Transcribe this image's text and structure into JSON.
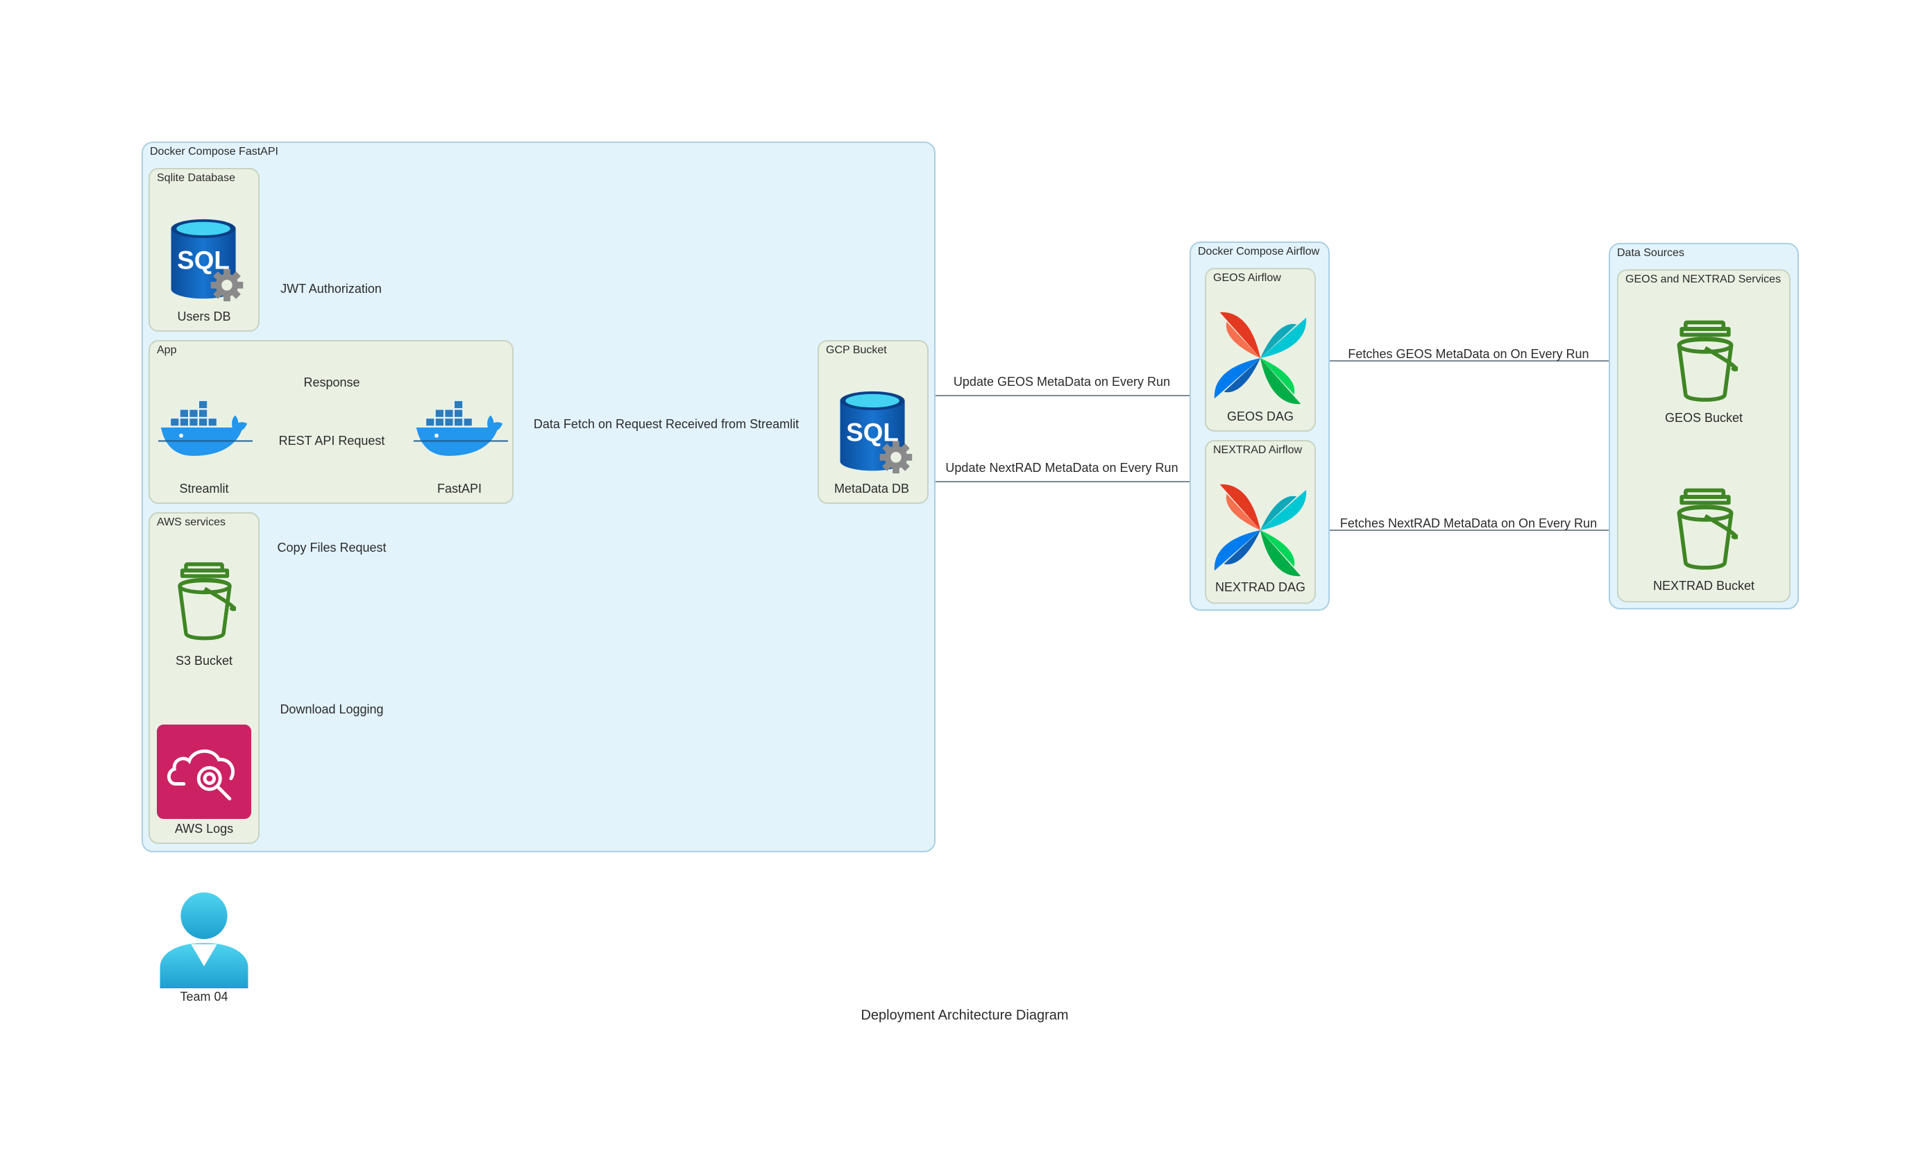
{
  "clusters": {
    "docker_fastapi": "Docker Compose FastAPI",
    "sqlite": "Sqlite Database",
    "app": "App",
    "aws": "AWS services",
    "gcp": "GCP Bucket",
    "docker_airflow": "Docker Compose Airflow",
    "geos_airflow": "GEOS Airflow",
    "nextrad_airflow": "NEXTRAD Airflow",
    "data_sources": "Data Sources",
    "geos_nextrad_services": "GEOS and NEXTRAD Services"
  },
  "nodes": {
    "users_db": "Users DB",
    "streamlit": "Streamlit",
    "fastapi": "FastAPI",
    "s3_bucket": "S3 Bucket",
    "aws_logs": "AWS Logs",
    "metadata_db": "MetaData DB",
    "geos_dag": "GEOS DAG",
    "nextrad_dag": "NEXTRAD DAG",
    "geos_bucket": "GEOS Bucket",
    "nextrad_bucket": "NEXTRAD Bucket",
    "team": "Team 04"
  },
  "edges": {
    "jwt": "JWT Authorization",
    "response": "Response",
    "rest": "REST API Request",
    "data_fetch": "Data Fetch on Request Received from Streamlit",
    "copy": "Copy Files Request",
    "download": "Download Logging",
    "update_geos": "Update GEOS MetaData on Every Run",
    "update_nextrad": "Update NextRAD MetaData on Every Run",
    "fetch_geos": "Fetches GEOS MetaData on On Every Run",
    "fetch_nextrad": "Fetches NextRAD MetaData on On Every Run"
  },
  "diagram_title": "Deployment Architecture Diagram",
  "colors": {
    "outer_fill": "#e2f3fb",
    "inner_fill": "#eaf1e3",
    "edge": "#7a8a93",
    "docker_blue": "#2396ed",
    "sql_blue": "#0f5fb4",
    "bucket_green": "#3f8624",
    "logs_pink": "#cc2264",
    "user_cyan": "#32bedd"
  }
}
